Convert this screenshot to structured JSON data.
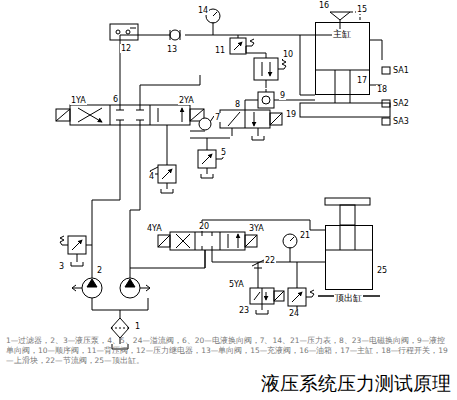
{
  "diagram": {
    "title": "液压系统压力测试原理",
    "caption": "1—过滤器，2、3—液压泵，4、5、24—溢流阀，6、20—电液换向阀，7、14、21—压力表，8、23—电磁换向阀，9—液控单向阀，10—顺序阀，11—背压阀，12—压力继电器，13—单向阀，15—充液阀，16—油箱，17—主缸，18—行程开关，19—上滑块，22—节流阀，25—顶出缸。",
    "nodes": [
      {
        "text": [
          "主缸"
        ]
      },
      {
        "text": [
          "顶出缸"
        ]
      }
    ],
    "labels": [
      "1",
      "2",
      "3",
      "4",
      "5",
      "6",
      "7",
      "8",
      "9",
      "10",
      "11",
      "12",
      "13",
      "14",
      "15",
      "16",
      "17",
      "18",
      "19",
      "20",
      "21",
      "22",
      "23",
      "24",
      "25",
      "SA1",
      "SA2",
      "SA3",
      "1YA",
      "2YA",
      "3YA",
      "4YA",
      "5YA"
    ]
  }
}
